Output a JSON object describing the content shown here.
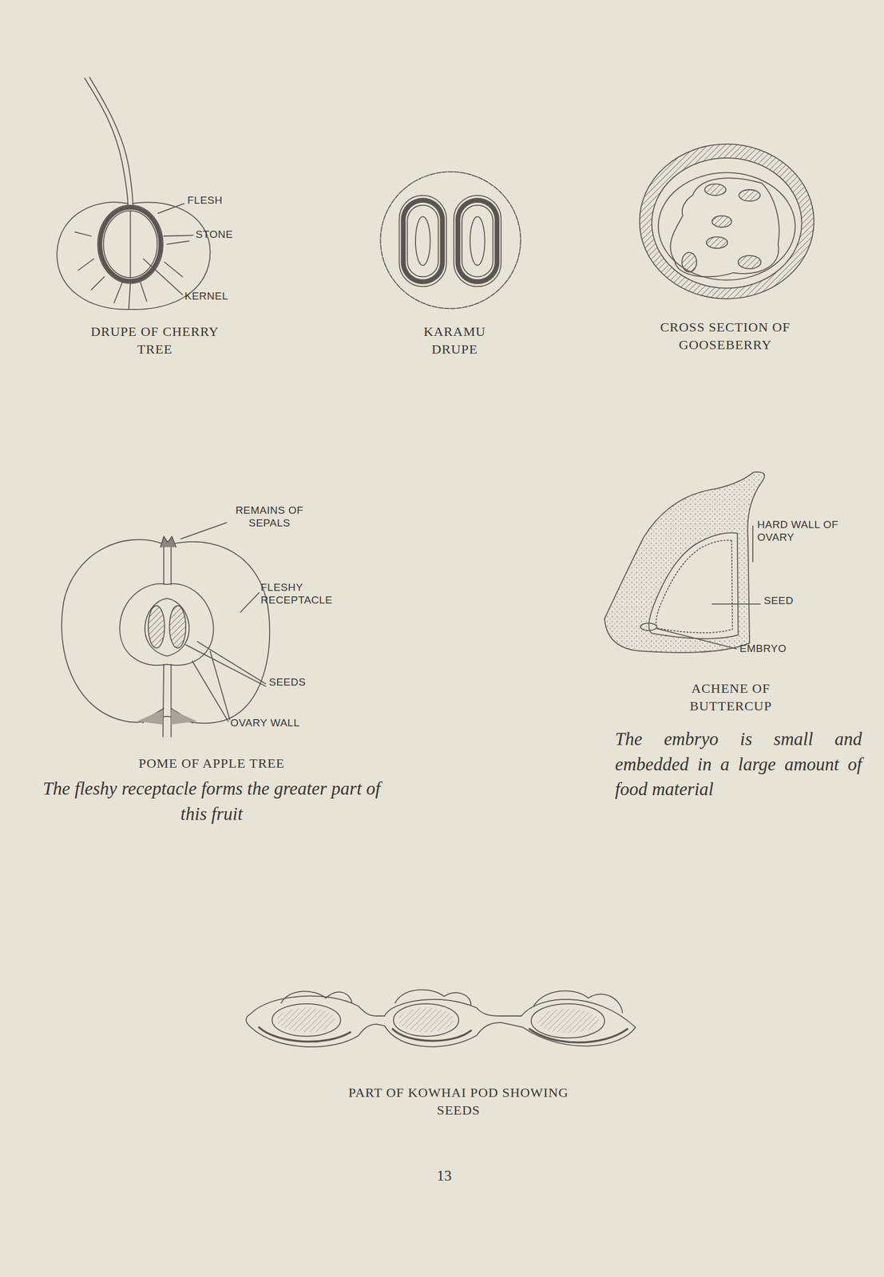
{
  "diagram": {
    "labels": [
      "FLESH",
      "STONE",
      "KERNEL",
      "DRUPE OF CHERRY TREE",
      "KARAMU DRUPE",
      "CROSS SECTION OF GOOSEBERRY",
      "REMAINS OF SEPALS",
      "FLESHY RECEPTACLE",
      "SEEDS",
      "OVARY WALL",
      "POME OF APPLE TREE",
      "The fleshy receptacle forms the greater part of this fruit",
      "HARD WALL OF OVARY",
      "SEED",
      "EMBRYO",
      "ACHENE OF BUTTERCUP",
      "The embryo is small and embedded in a large amount of food material",
      "PART OF KOWHAI POD SHOWING SEEDS",
      "13"
    ]
  }
}
